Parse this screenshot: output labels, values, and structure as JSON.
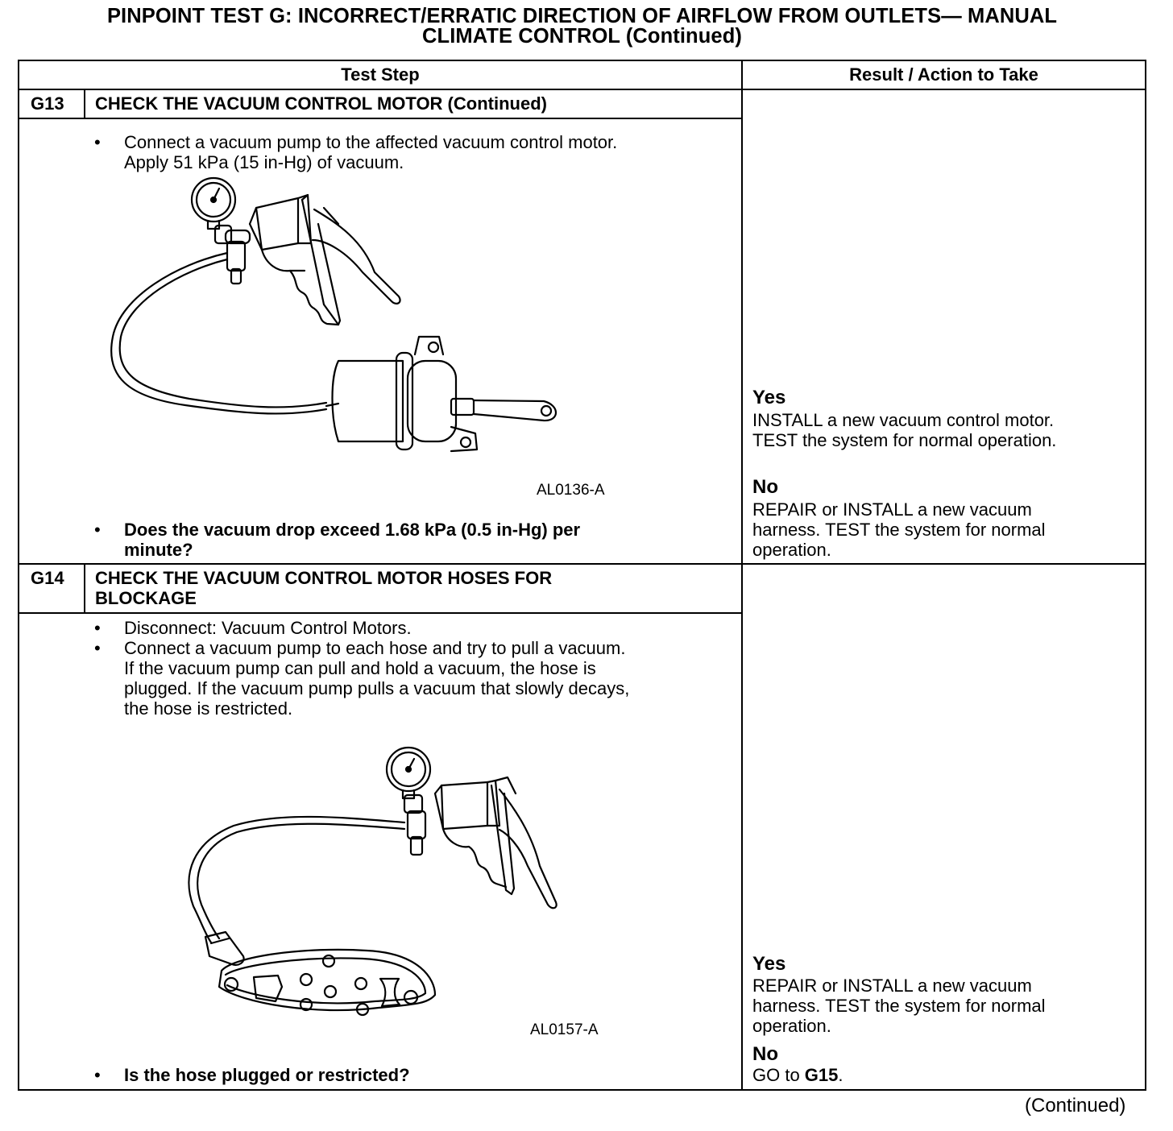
{
  "title": {
    "line1": "PINPOINT TEST  G: INCORRECT/ERRATIC DIRECTION OF AIRFLOW FROM OUTLETS— MANUAL",
    "line2": "CLIMATE CONTROL (Continued)"
  },
  "table": {
    "col_headers": [
      "Test Step",
      "Result / Action to Take"
    ],
    "steps": [
      {
        "id": "G13",
        "heading": "CHECK THE VACUUM CONTROL MOTOR (Continued)",
        "instructions": [
          "Connect a vacuum pump to the affected vacuum control motor.",
          "Apply 51 kPa (15 in-Hg) of vacuum."
        ],
        "figure_id": "AL0136-A",
        "question": [
          "Does the vacuum drop exceed 1.68 kPa (0.5 in-Hg) per",
          "minute?"
        ],
        "results": {
          "yes_label": "Yes",
          "yes_text": [
            "INSTALL a new vacuum control motor.",
            "TEST the system for normal operation."
          ],
          "no_label": "No",
          "no_text": [
            "REPAIR or INSTALL a new vacuum",
            "harness. TEST the system for normal",
            "operation."
          ]
        }
      },
      {
        "id": "G14",
        "heading": [
          "CHECK THE VACUUM CONTROL MOTOR HOSES FOR",
          "BLOCKAGE"
        ],
        "instructions": [
          "Disconnect: Vacuum Control Motors.",
          "Connect a vacuum pump to each hose and try to pull a vacuum.",
          "If the vacuum pump can pull and hold a vacuum, the hose is",
          "plugged. If the vacuum pump pulls a vacuum that slowly decays,",
          "the hose is restricted."
        ],
        "figure_id": "AL0157-A",
        "question": "Is the hose plugged or restricted?",
        "results": {
          "yes_label": "Yes",
          "yes_text": [
            "REPAIR or INSTALL a new vacuum",
            "harness. TEST the system for normal",
            "operation."
          ],
          "no_label": "No",
          "no_prefix": "GO to ",
          "no_target": "G15",
          "no_suffix": "."
        }
      }
    ]
  },
  "footer": "(Continued)"
}
